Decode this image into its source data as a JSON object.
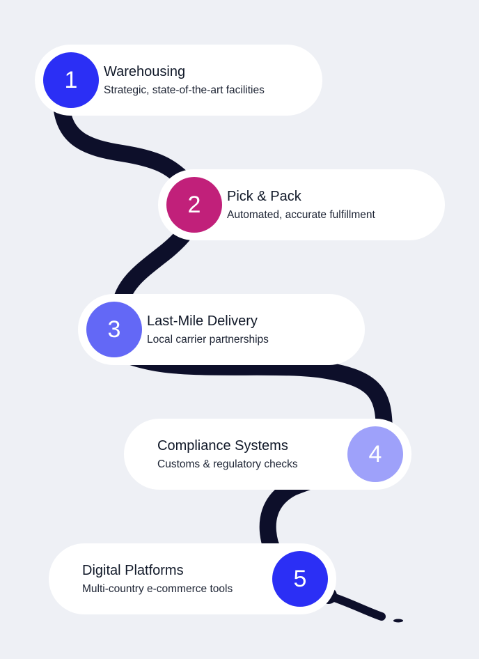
{
  "steps": [
    {
      "number": "1",
      "title": "Warehousing",
      "description": "Strategic, state-of-the-art facilities",
      "color": "#2b2ff5"
    },
    {
      "number": "2",
      "title": "Pick & Pack",
      "description": "Automated, accurate fulfillment",
      "color": "#c1207a"
    },
    {
      "number": "3",
      "title": "Last-Mile Delivery",
      "description": "Local carrier partnerships",
      "color": "#6368f6"
    },
    {
      "number": "4",
      "title": "Compliance Systems",
      "description": "Customs & regulatory checks",
      "color": "#9ea1fa"
    },
    {
      "number": "5",
      "title": "Digital Platforms",
      "description": "Multi-country e-commerce tools",
      "color": "#2b2ff5"
    }
  ],
  "road_color": "#0d0f2a"
}
